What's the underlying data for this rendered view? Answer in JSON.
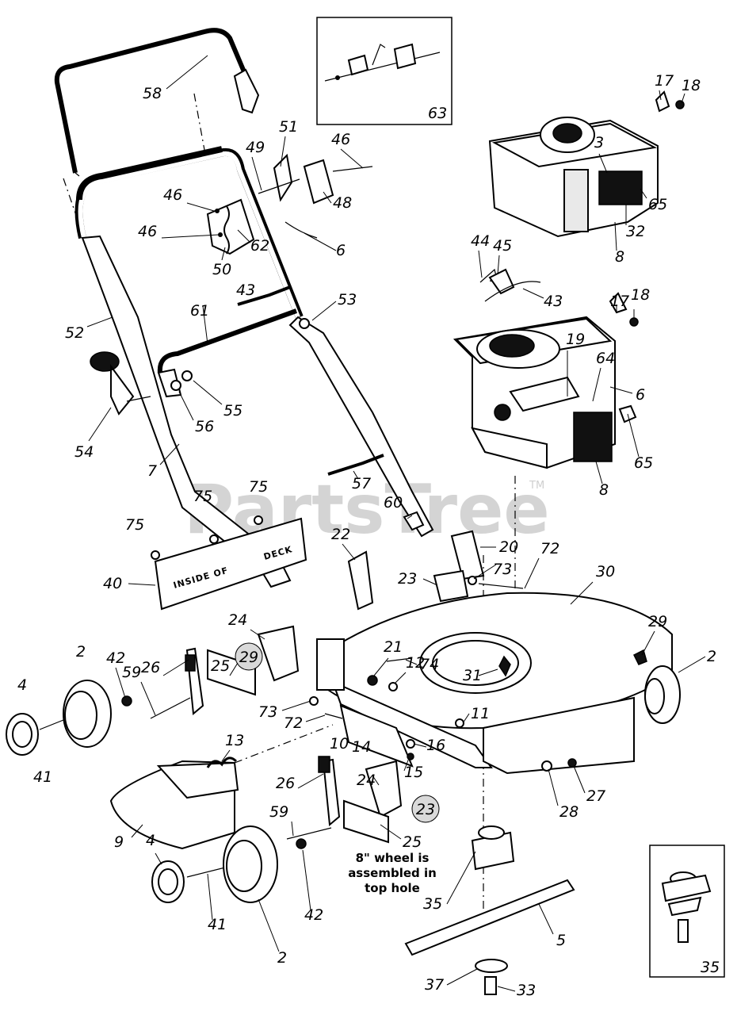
{
  "watermark": {
    "text": "PartsTree",
    "tm": "TM"
  },
  "note": {
    "line1": "8\" wheel is",
    "line2": "assembled in",
    "line3": "top hole"
  },
  "deck_stencil": {
    "left": "INSIDE OF",
    "right": "DECK"
  },
  "insets": {
    "top": "63",
    "bottom_right": "35"
  },
  "labels": [
    {
      "id": "58",
      "text": "58"
    },
    {
      "id": "51",
      "text": "51"
    },
    {
      "id": "49",
      "text": "49"
    },
    {
      "id": "46a",
      "text": "46"
    },
    {
      "id": "46b",
      "text": "46"
    },
    {
      "id": "46c",
      "text": "46"
    },
    {
      "id": "48",
      "text": "48"
    },
    {
      "id": "6a",
      "text": "6"
    },
    {
      "id": "62",
      "text": "62"
    },
    {
      "id": "50",
      "text": "50"
    },
    {
      "id": "43a",
      "text": "43"
    },
    {
      "id": "52",
      "text": "52"
    },
    {
      "id": "61",
      "text": "61"
    },
    {
      "id": "53",
      "text": "53"
    },
    {
      "id": "55",
      "text": "55"
    },
    {
      "id": "56",
      "text": "56"
    },
    {
      "id": "54",
      "text": "54"
    },
    {
      "id": "7",
      "text": "7"
    },
    {
      "id": "57",
      "text": "57"
    },
    {
      "id": "60",
      "text": "60"
    },
    {
      "id": "75a",
      "text": "75"
    },
    {
      "id": "75b",
      "text": "75"
    },
    {
      "id": "75c",
      "text": "75"
    },
    {
      "id": "40",
      "text": "40"
    },
    {
      "id": "17a",
      "text": "17"
    },
    {
      "id": "18a",
      "text": "18"
    },
    {
      "id": "3",
      "text": "3"
    },
    {
      "id": "65a",
      "text": "65"
    },
    {
      "id": "32",
      "text": "32"
    },
    {
      "id": "8a",
      "text": "8"
    },
    {
      "id": "44",
      "text": "44"
    },
    {
      "id": "45",
      "text": "45"
    },
    {
      "id": "43b",
      "text": "43"
    },
    {
      "id": "17b",
      "text": "17"
    },
    {
      "id": "18b",
      "text": "18"
    },
    {
      "id": "19",
      "text": "19"
    },
    {
      "id": "64",
      "text": "64"
    },
    {
      "id": "6b",
      "text": "6"
    },
    {
      "id": "65b",
      "text": "65"
    },
    {
      "id": "8b",
      "text": "8"
    },
    {
      "id": "22",
      "text": "22"
    },
    {
      "id": "20",
      "text": "20"
    },
    {
      "id": "72a",
      "text": "72"
    },
    {
      "id": "23a",
      "text": "23"
    },
    {
      "id": "73a",
      "text": "73"
    },
    {
      "id": "30",
      "text": "30"
    },
    {
      "id": "24a",
      "text": "24"
    },
    {
      "id": "74",
      "text": "74"
    },
    {
      "id": "29a",
      "text": "29"
    },
    {
      "id": "2a",
      "text": "2"
    },
    {
      "id": "2b",
      "text": "2"
    },
    {
      "id": "42a",
      "text": "42"
    },
    {
      "id": "26a",
      "text": "26"
    },
    {
      "id": "25a",
      "text": "25"
    },
    {
      "id": "21",
      "text": "21"
    },
    {
      "id": "12",
      "text": "12"
    },
    {
      "id": "31",
      "text": "31"
    },
    {
      "id": "4a",
      "text": "4"
    },
    {
      "id": "59a",
      "text": "59"
    },
    {
      "id": "73b",
      "text": "73"
    },
    {
      "id": "72b",
      "text": "72"
    },
    {
      "id": "11",
      "text": "11"
    },
    {
      "id": "10",
      "text": "10"
    },
    {
      "id": "14",
      "text": "14"
    },
    {
      "id": "16",
      "text": "16"
    },
    {
      "id": "15",
      "text": "15"
    },
    {
      "id": "41a",
      "text": "41"
    },
    {
      "id": "13",
      "text": "13"
    },
    {
      "id": "28",
      "text": "28"
    },
    {
      "id": "27",
      "text": "27"
    },
    {
      "id": "26b",
      "text": "26"
    },
    {
      "id": "24b",
      "text": "24"
    },
    {
      "id": "9",
      "text": "9"
    },
    {
      "id": "59b",
      "text": "59"
    },
    {
      "id": "25b",
      "text": "25"
    },
    {
      "id": "4b",
      "text": "4"
    },
    {
      "id": "42b",
      "text": "42"
    },
    {
      "id": "41b",
      "text": "41"
    },
    {
      "id": "2c",
      "text": "2"
    },
    {
      "id": "35a",
      "text": "35"
    },
    {
      "id": "5",
      "text": "5"
    },
    {
      "id": "37",
      "text": "37"
    },
    {
      "id": "33",
      "text": "33"
    }
  ],
  "circled": [
    {
      "id": "29c",
      "text": "29"
    },
    {
      "id": "23c",
      "text": "23"
    }
  ]
}
